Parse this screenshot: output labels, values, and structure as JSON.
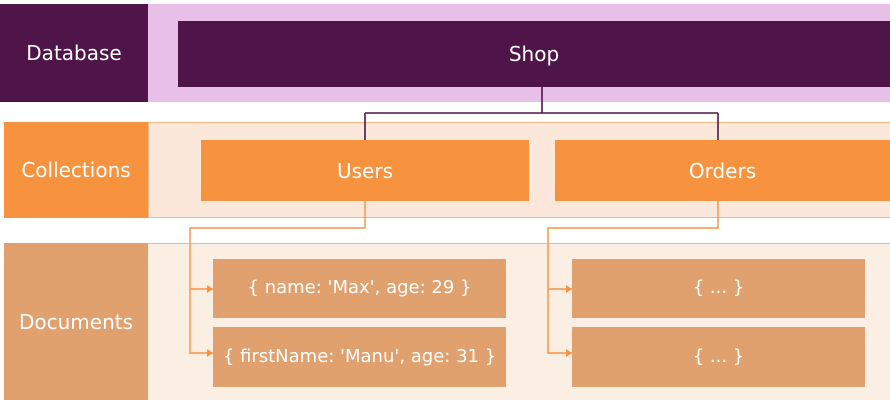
{
  "rows": {
    "database": "Database",
    "collections": "Collections",
    "documents": "Documents"
  },
  "database_name": "Shop",
  "collections": [
    "Users",
    "Orders"
  ],
  "documents": {
    "users": [
      "{ name: 'Max', age: 29 }",
      "{ firstName: 'Manu', age: 31 }"
    ],
    "orders": [
      "{ ... }",
      "{ ... }"
    ]
  },
  "colors": {
    "database": "#4f1549",
    "database_band": "#e8bfe6",
    "collection": "#f7923e",
    "collection_band": "#fbe8da",
    "document": "#e0a16f",
    "document_band": "#fbeee3",
    "connector_db": "#4f1549",
    "connector_orange": "#f7923e"
  }
}
